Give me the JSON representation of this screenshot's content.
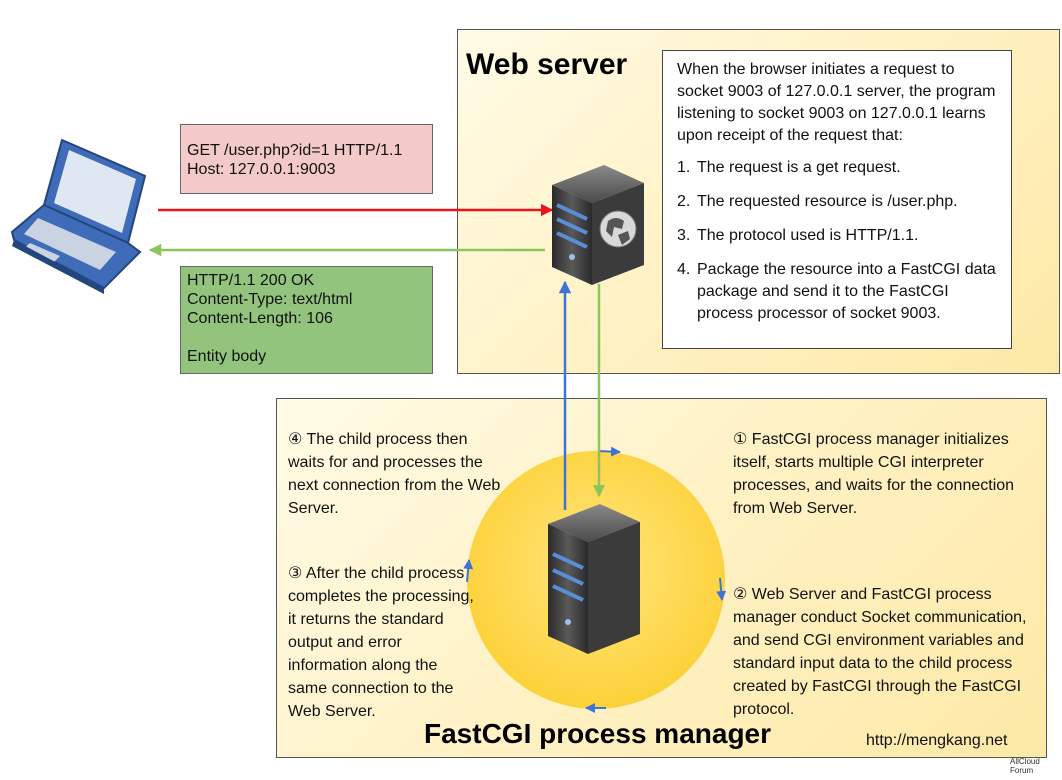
{
  "web_server": {
    "title": "Web server",
    "note_intro": "When the browser initiates a request to socket 9003 of 127.0.0.1 server, the program listening to socket 9003 on 127.0.0.1 learns upon receipt of the request that:",
    "steps": [
      {
        "num": "1.",
        "text": "The request is a get request."
      },
      {
        "num": "2.",
        "text": "The requested resource is /user.php."
      },
      {
        "num": "3.",
        "text": "The protocol used is HTTP/1.1."
      },
      {
        "num": "4.",
        "text": "Package the resource into a FastCGI data package and send it to the FastCGI process processor of socket 9003."
      }
    ]
  },
  "request": {
    "line1": "GET /user.php?id=1 HTTP/1.1",
    "line2": "Host: 127.0.0.1:9003"
  },
  "response": {
    "line1": "HTTP/1.1 200 OK",
    "line2": "Content-Type: text/html",
    "line3": "Content-Length: 106",
    "line4": "Entity body"
  },
  "fastcgi": {
    "title": "FastCGI process manager",
    "step1": "① FastCGI process manager initializes itself, starts multiple CGI interpreter processes, and waits for the connection from Web Server.",
    "step2": "② Web Server and FastCGI process manager conduct Socket communication, and send CGI environment variables and standard input data to the child process created by FastCGI through the FastCGI protocol.",
    "step3": "③ After the child process completes the processing, it returns the standard output and error information along the same connection to the Web Server.",
    "step4": "④ The child process then waits for and processes the next connection from the Web Server."
  },
  "footer": {
    "url": "http://mengkang.net",
    "watermark": "AllCloud Forum"
  },
  "colors": {
    "request_arrow": "#e8141e",
    "response_arrow": "#8dc55d",
    "cycle_arrow": "#3f73d6",
    "circle_fill": "#fdd64a",
    "request_box": "#f4c9c9",
    "response_box": "#93c47d"
  },
  "icons": [
    "laptop-icon",
    "web-server-icon",
    "fastcgi-server-icon"
  ]
}
